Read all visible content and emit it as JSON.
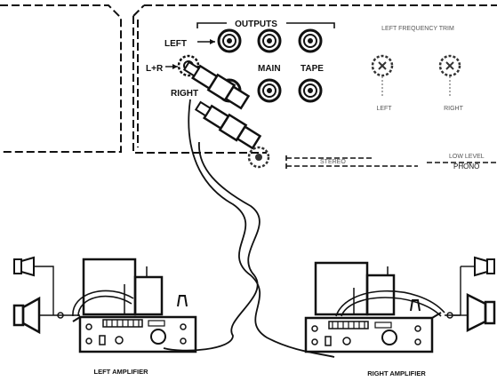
{
  "panel": {
    "outputs_label": "OUTPUTS",
    "left_label": "LEFT",
    "lr_label": "L+R",
    "right_label": "RIGHT",
    "main_label": "MAIN",
    "tape_label": "TAPE",
    "trim_label": "LEFT FREQUENCY TRIM",
    "trim_left_label": "LEFT",
    "trim_right_label": "RIGHT",
    "phono_label": "PHONO",
    "low_level_label": "LOW LEVEL",
    "stereo_label": "STEREO"
  },
  "amplifiers": {
    "left_label": "LEFT AMPLIFIER",
    "right_label": "RIGHT AMPLIFIER"
  },
  "colors": {
    "line": "#111111",
    "background": "#ffffff"
  }
}
